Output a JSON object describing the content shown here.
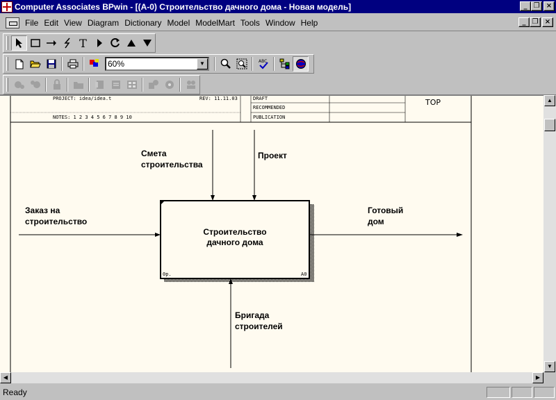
{
  "window": {
    "title": "Computer Associates BPwin - [(A-0) Строительство дачного дома - Новая модель]"
  },
  "menu": [
    "File",
    "Edit",
    "View",
    "Diagram",
    "Dictionary",
    "Model",
    "ModelMart",
    "Tools",
    "Window",
    "Help"
  ],
  "toolbar": {
    "zoom_value": "60%"
  },
  "diagram": {
    "header": {
      "project": "PROJECT:  idea/idea.t",
      "rev": "REV:  11.11.03",
      "notes": "NOTES:  1  2  3  4  5  6  7  8  9  10",
      "status_draft": "DRAFT",
      "status_recommended": "RECOMMENDED",
      "status_publication": "PUBLICATION",
      "context": "TOP"
    },
    "activity": {
      "name": "Строительство дачного дома",
      "name_line1": "Строительство",
      "name_line2": "дачного дома",
      "cost": "0р.",
      "number": "A0"
    },
    "arrows": {
      "input_line1": "Заказ на",
      "input_line2": "строительство",
      "control1_line1": "Смета",
      "control1_line2": "строительства",
      "control2": "Проект",
      "output_line1": "Готовый",
      "output_line2": "дом",
      "mechanism_line1": "Бригада",
      "mechanism_line2": "строителей"
    }
  },
  "status": {
    "text": "Ready"
  }
}
